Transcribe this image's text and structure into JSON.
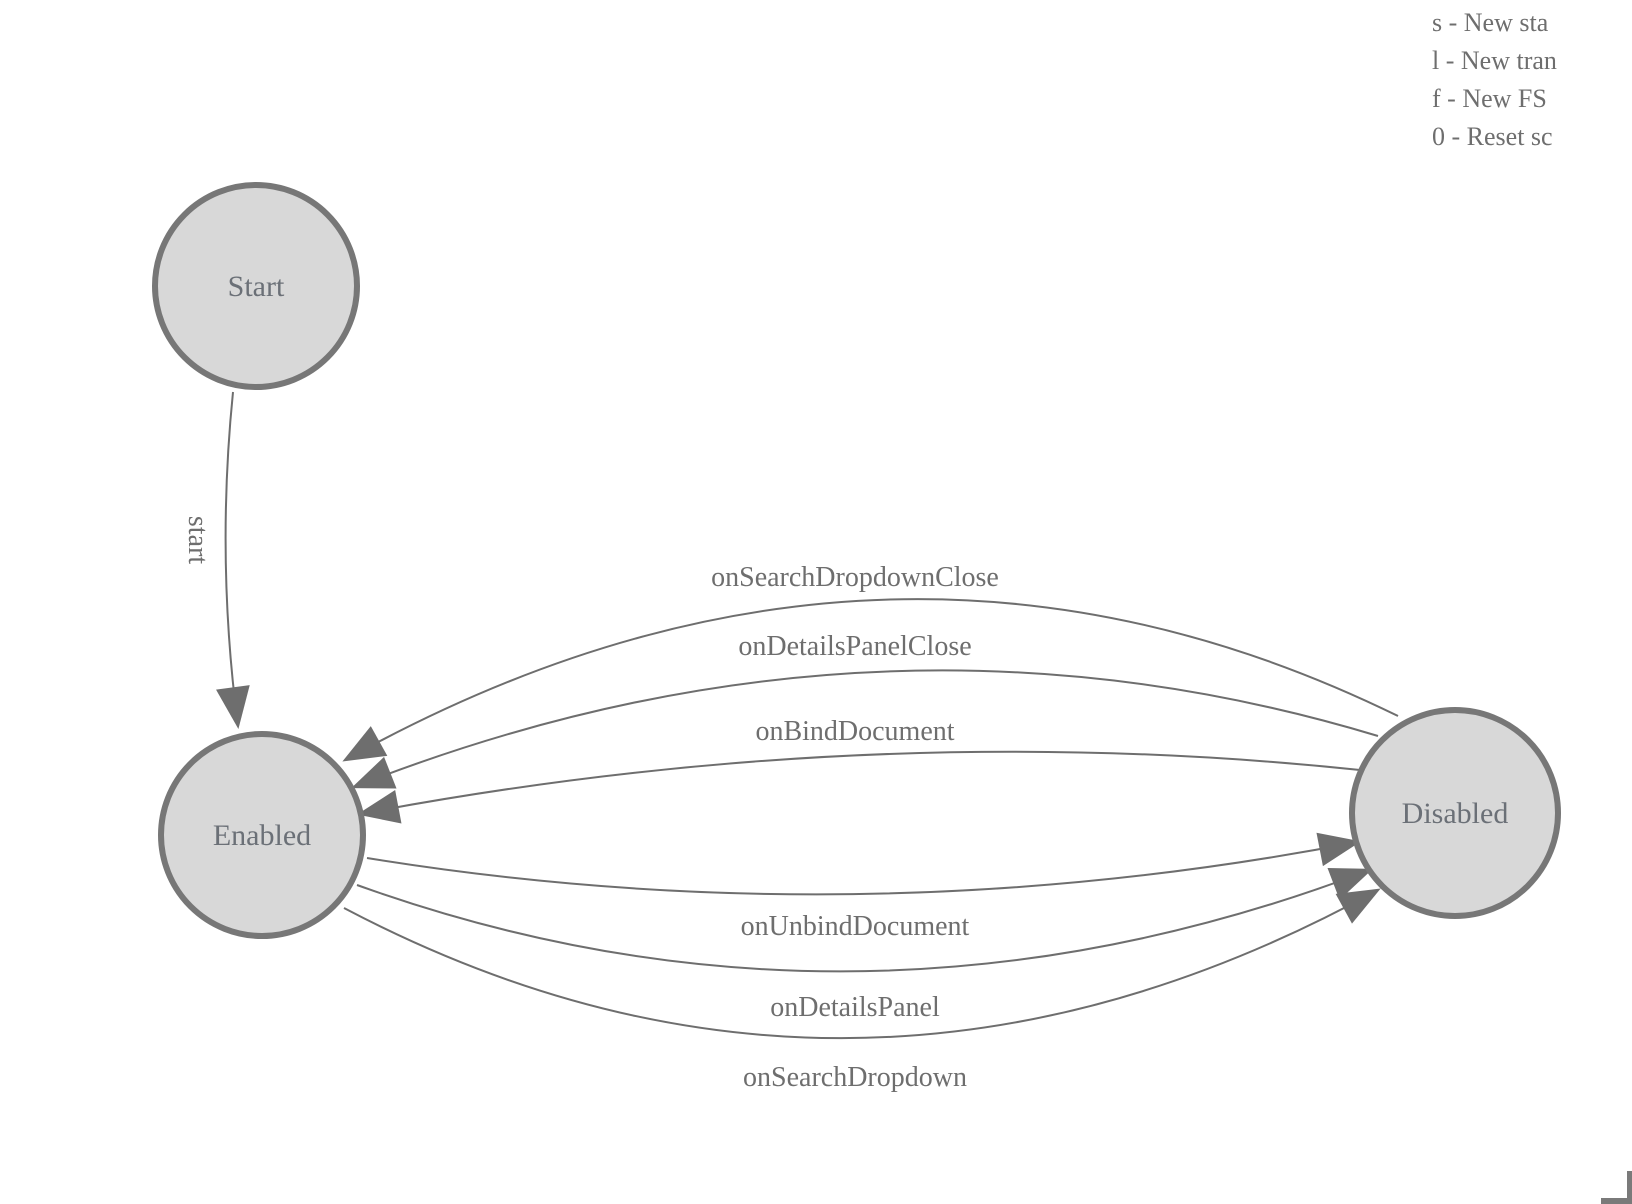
{
  "legend": {
    "lines": [
      "s - New sta",
      "l - New tran",
      "f - New FS",
      "0 - Reset sc"
    ]
  },
  "states": [
    {
      "label": "Start"
    },
    {
      "label": "Enabled"
    },
    {
      "label": "Disabled"
    }
  ],
  "transitions": {
    "start_edge": {
      "label": "start",
      "from": "Start",
      "to": "Enabled"
    },
    "disabled_to_enabled": [
      {
        "label": "onSearchDropdownClose"
      },
      {
        "label": "onDetailsPanelClose"
      },
      {
        "label": "onBindDocument"
      }
    ],
    "enabled_to_disabled": [
      {
        "label": "onUnbindDocument"
      },
      {
        "label": "onDetailsPanel"
      },
      {
        "label": "onSearchDropdown"
      }
    ]
  },
  "colors": {
    "node_fill": "#d8d8d8",
    "node_border": "#777777",
    "edge": "#6e6e6e",
    "edge_label_text": "#6e6e6e",
    "node_label_text": "#6b7077",
    "background": "#ffffff"
  }
}
